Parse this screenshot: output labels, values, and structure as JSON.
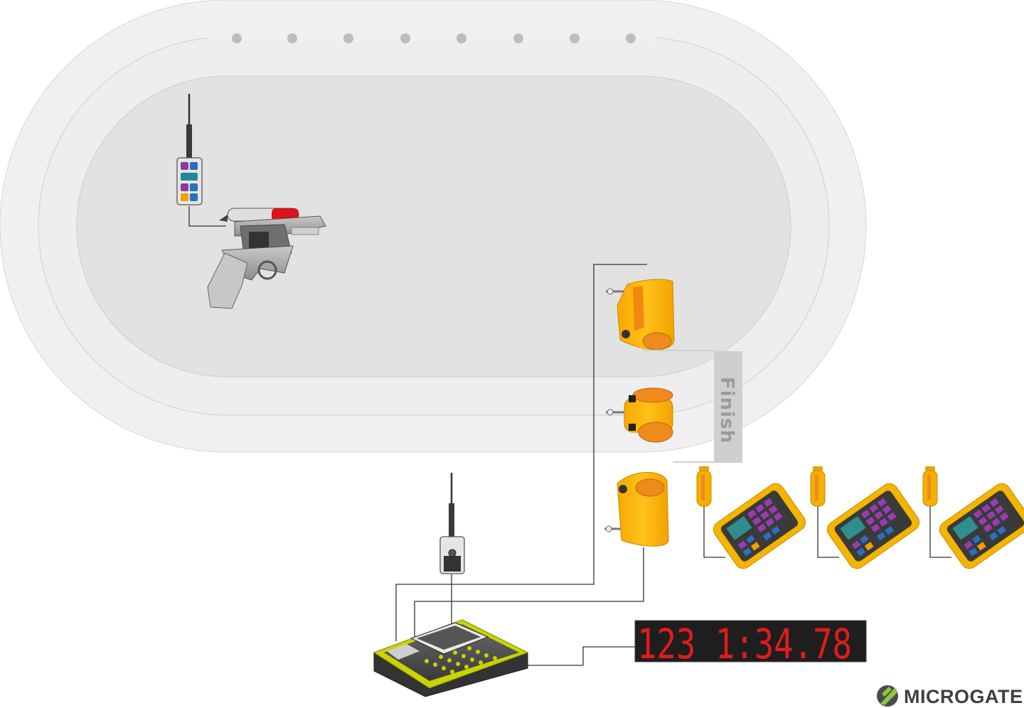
{
  "diagram": {
    "finish_label": "Finish",
    "scoreboard_text": "123 1:34.78",
    "brand_name": "MICROGATE"
  },
  "icons": [
    "starting-pistol-icon",
    "radio-transmitter-icon",
    "photocell-icon",
    "handheld-timer-icon",
    "timer-console-icon",
    "led-scoreboard-icon",
    "microgate-logo-icon"
  ],
  "colors": {
    "track_outer": "#f0f0f0",
    "track_inner": "#e2e2e2",
    "device_yellow": "#f5b400",
    "device_orange": "#f08a1c",
    "scoreboard_red": "#e21b1b",
    "brand_green": "#8ec63f"
  }
}
